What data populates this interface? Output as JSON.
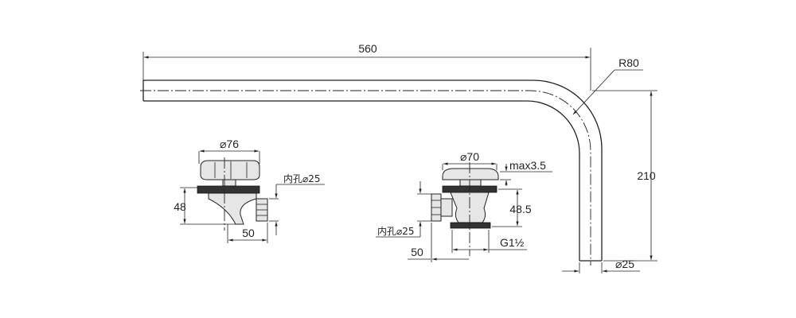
{
  "pipe": {
    "length_label": "560",
    "radius_label": "R80",
    "height_label": "210",
    "diameter_label": "⌀25"
  },
  "left_valve": {
    "top_diameter_label": "⌀76",
    "bore_label": "内孔⌀25",
    "height_label": "48",
    "width_label": "50"
  },
  "right_valve": {
    "top_diameter_label": "⌀70",
    "max_label": "max3.5",
    "height_label": "48.5",
    "bore_label": "内孔⌀25",
    "offset_label": "50",
    "thread_label": "G1½"
  }
}
